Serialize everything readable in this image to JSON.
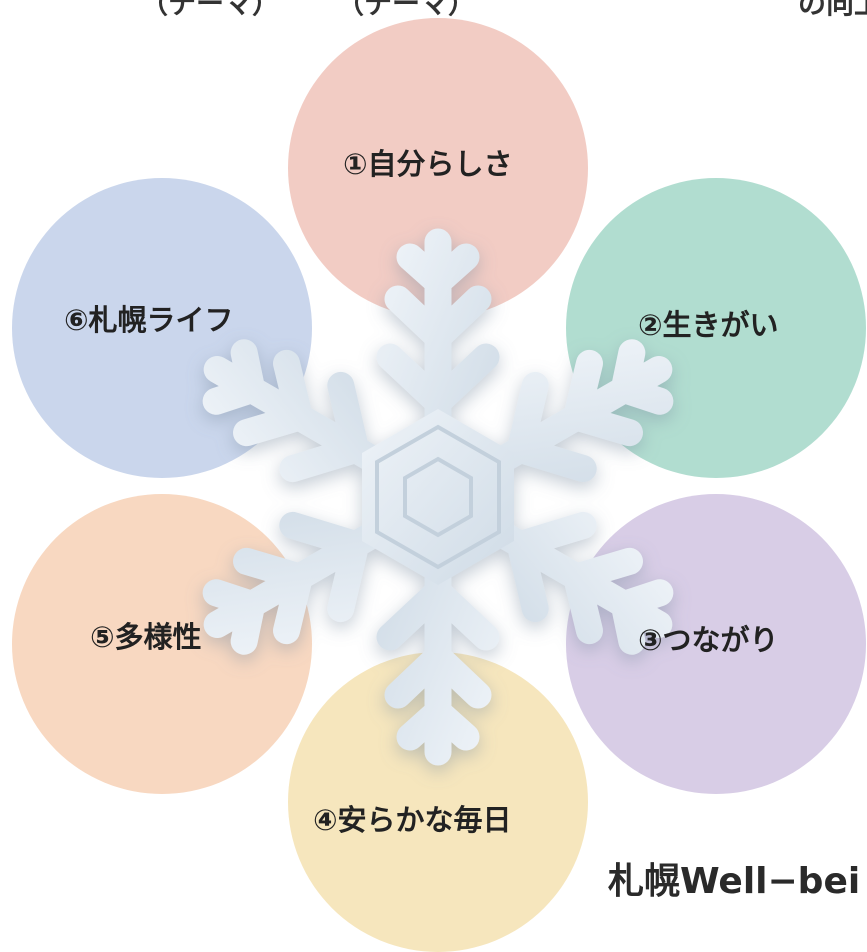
{
  "header": {
    "text": "（テーマ）　　　（テーマ）　　　　　　　　　　　　の向上"
  },
  "diagram": {
    "nodes": [
      {
        "label": "①自分らしさ",
        "color": "#f2ccc4"
      },
      {
        "label": "②生きがい",
        "color": "#b1ddd0"
      },
      {
        "label": "③つながり",
        "color": "#d8cde6"
      },
      {
        "label": "④安らかな毎日",
        "color": "#f6e6bd"
      },
      {
        "label": "⑤多様性",
        "color": "#f8d8c1"
      },
      {
        "label": "⑥札幌ライフ",
        "color": "#cad6ec"
      }
    ],
    "center_icon": "snowflake-icon",
    "caption": "札幌Well−bei"
  }
}
